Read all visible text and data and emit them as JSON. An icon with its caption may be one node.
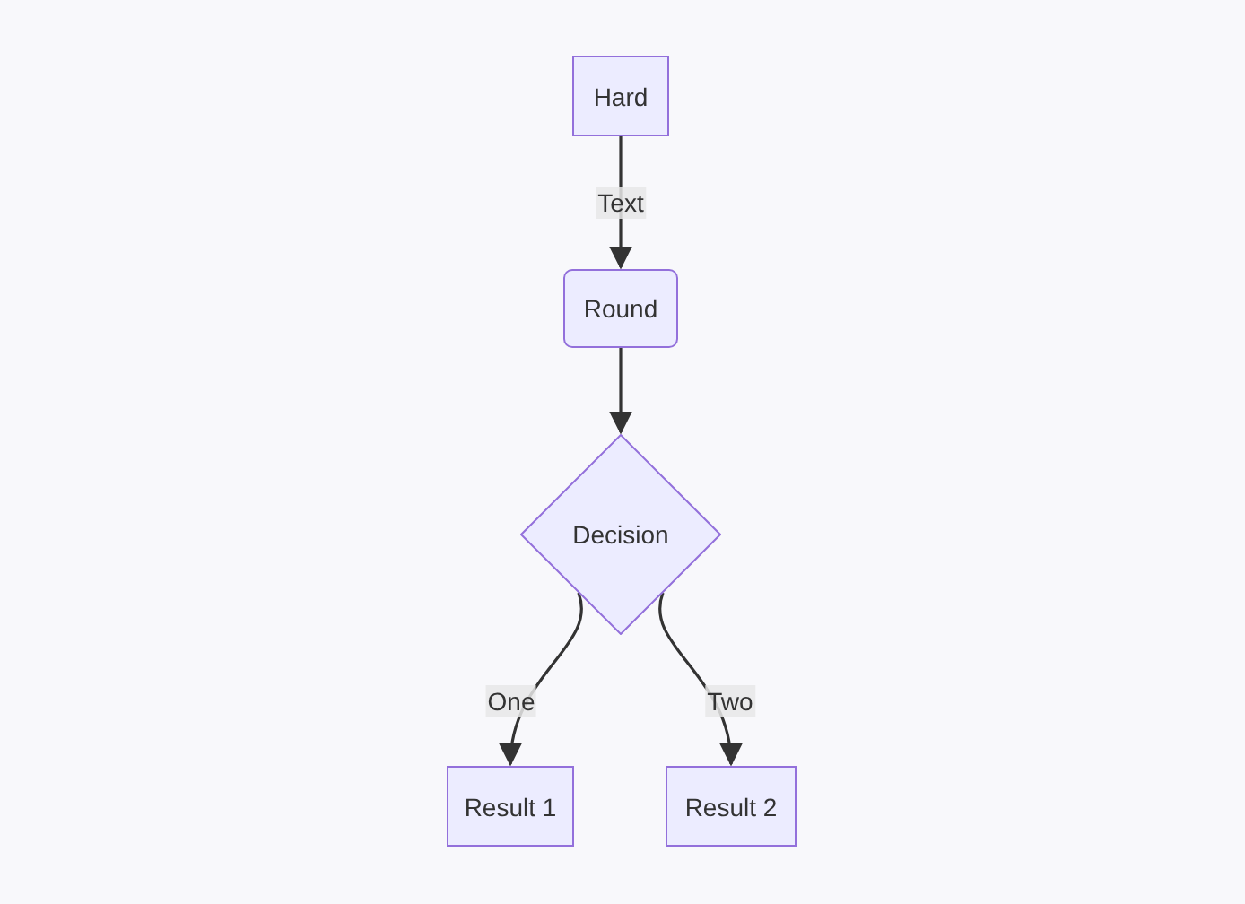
{
  "diagram": {
    "nodes": [
      {
        "text": [
          "Hard"
        ]
      },
      {
        "text": [
          "Round"
        ]
      },
      {
        "text": [
          "Decision"
        ]
      },
      {
        "text": [
          "Result 1"
        ]
      },
      {
        "text": [
          "Result 2"
        ]
      }
    ],
    "edges": [
      {
        "from": 0,
        "to": 1,
        "arrow": "to",
        "label": "Text"
      },
      {
        "from": 1,
        "to": 2,
        "arrow": "to"
      },
      {
        "from": 2,
        "to": 3,
        "arrow": "to",
        "label": "One"
      },
      {
        "from": 2,
        "to": 4,
        "arrow": "to",
        "label": "Two"
      }
    ]
  }
}
